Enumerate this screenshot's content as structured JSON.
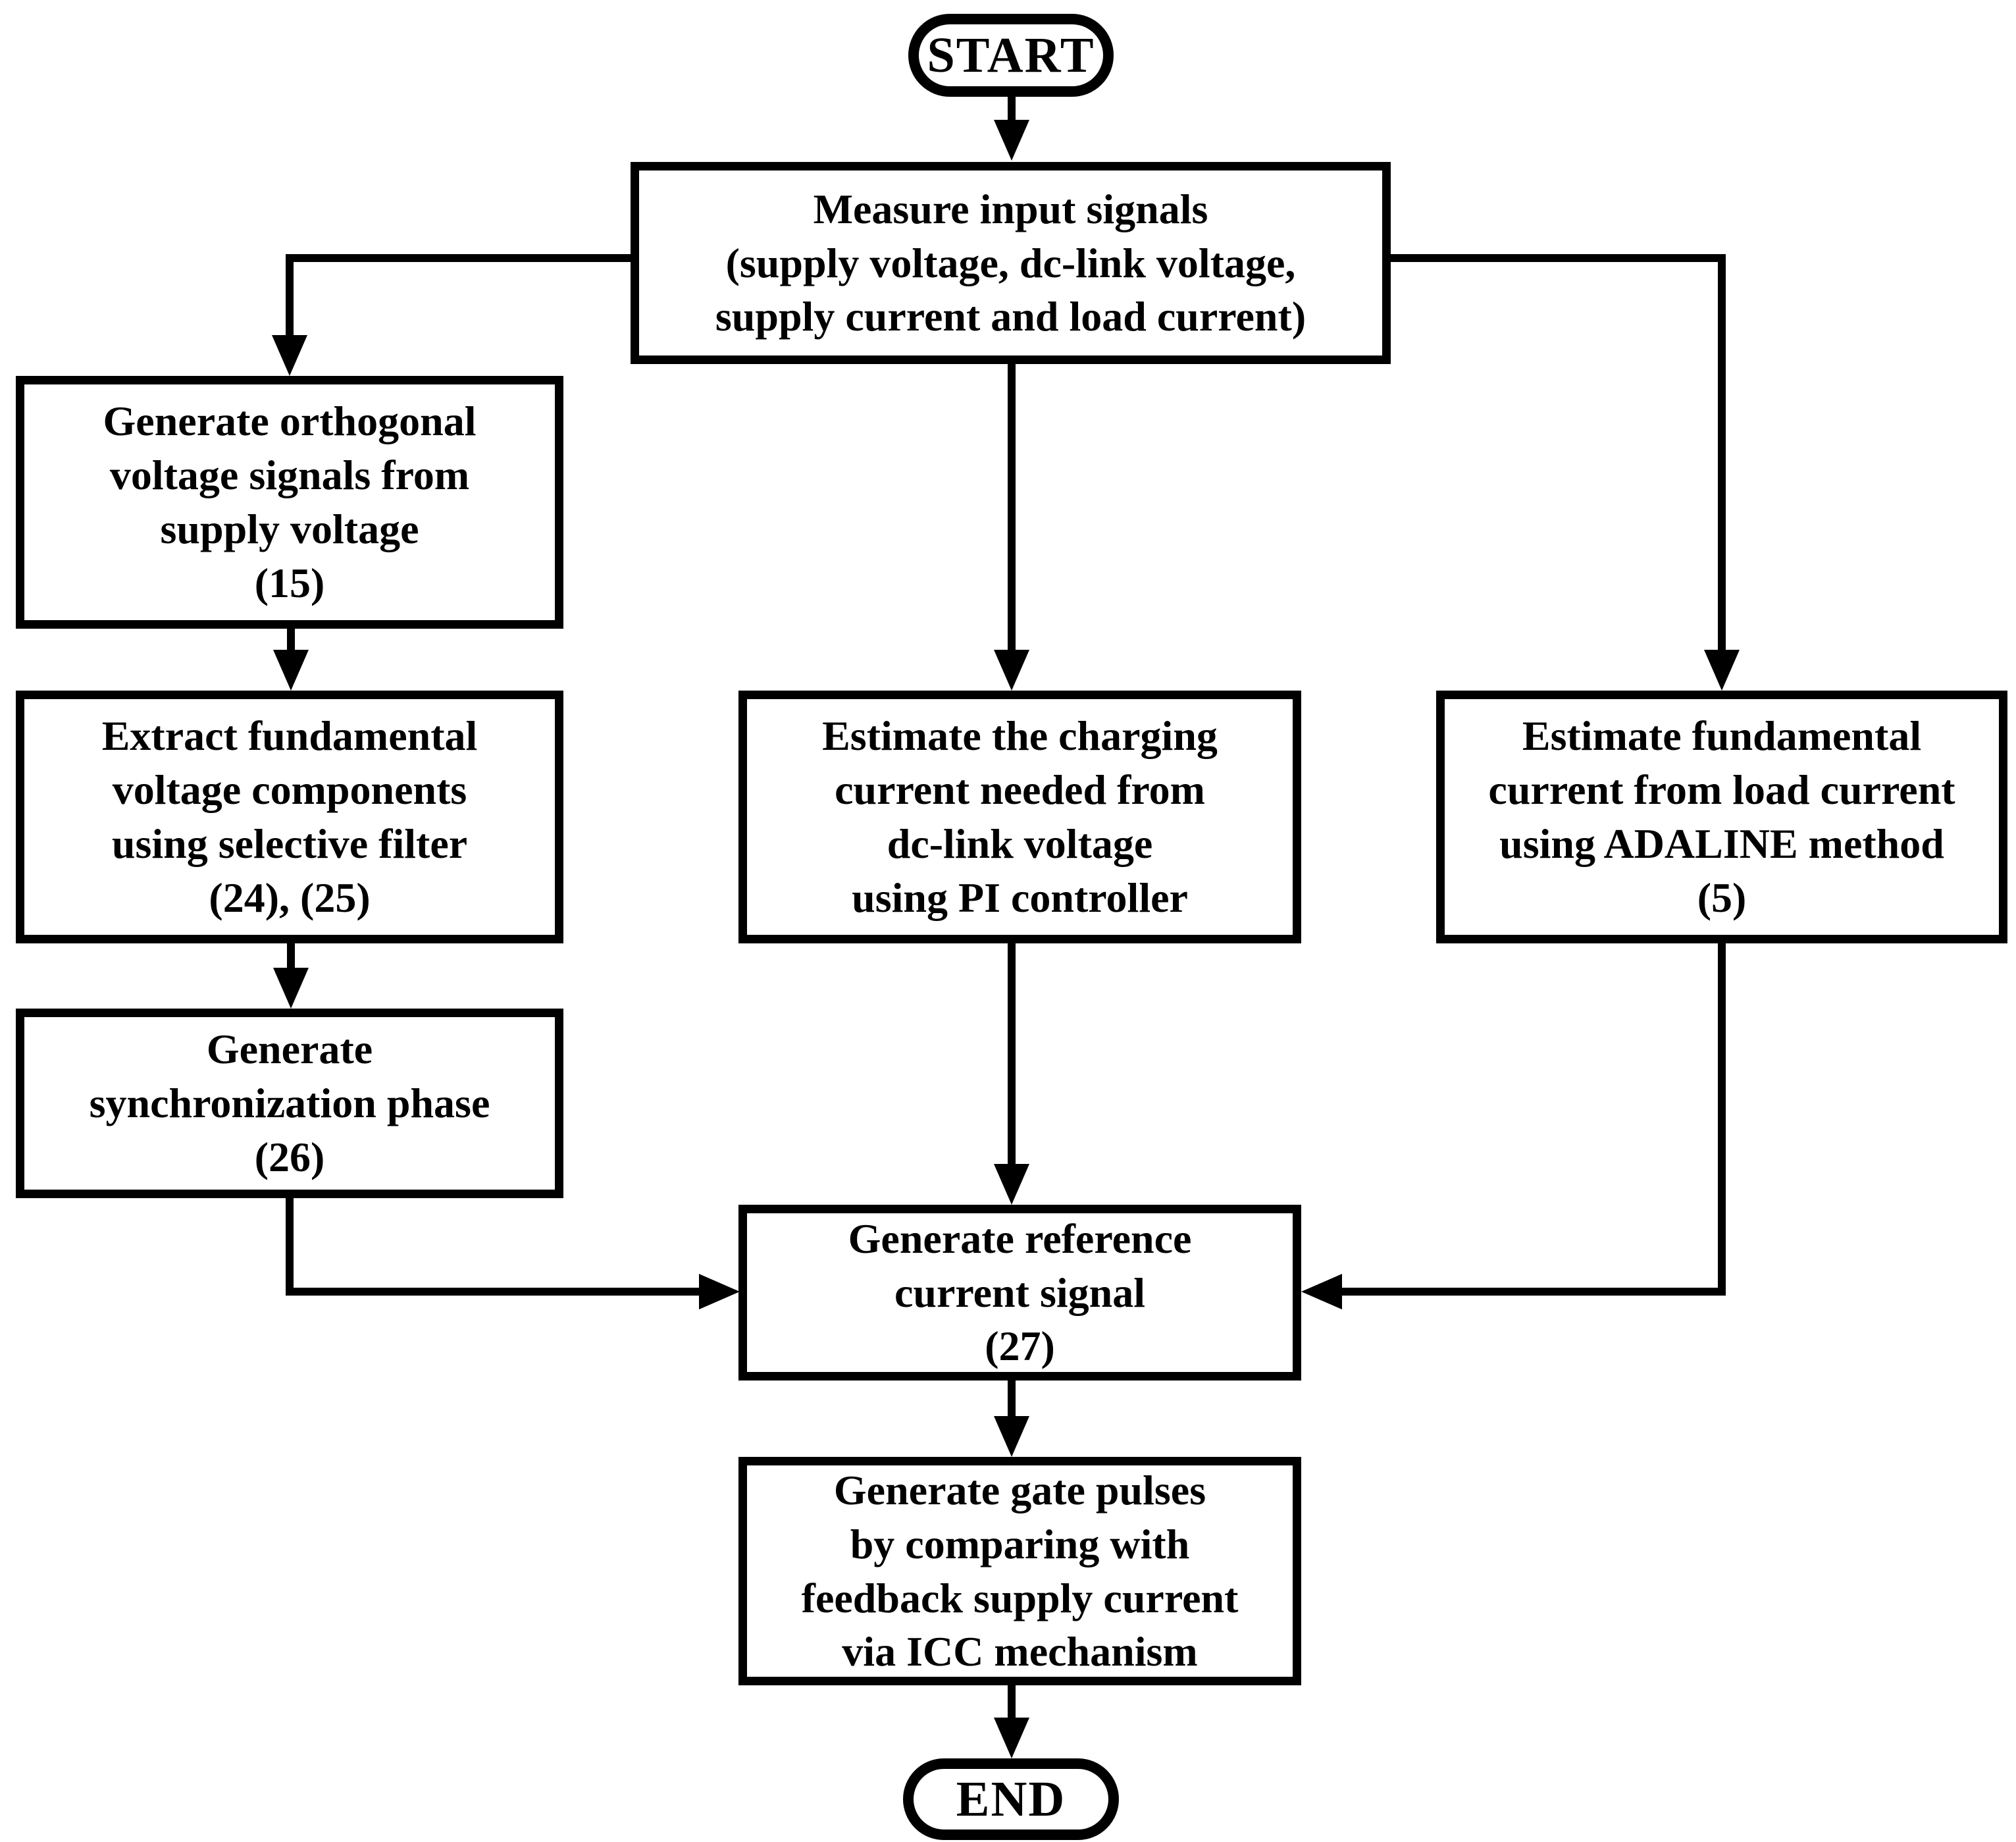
{
  "diagram": {
    "type": "flowchart",
    "colors": {
      "background": "#ffffff",
      "stroke": "#000000",
      "text": "#000000"
    },
    "nodes": {
      "start": {
        "label": "START",
        "shape": "terminator"
      },
      "measure": {
        "shape": "process",
        "lines": [
          "Measure input signals",
          "(supply voltage, dc-link voltage,",
          "supply current and load current)"
        ]
      },
      "orthogonal": {
        "shape": "process",
        "lines": [
          "Generate orthogonal",
          "voltage signals from",
          "supply voltage",
          "(15)"
        ]
      },
      "extract": {
        "shape": "process",
        "lines": [
          "Extract fundamental",
          "voltage components",
          "using selective filter",
          "(24), (25)"
        ]
      },
      "sync_phase": {
        "shape": "process",
        "lines": [
          "Generate",
          "synchronization phase",
          "(26)"
        ]
      },
      "pi_controller": {
        "shape": "process",
        "lines": [
          "Estimate the charging",
          "current needed from",
          "dc-link voltage",
          "using PI controller"
        ]
      },
      "adaline": {
        "shape": "process",
        "lines": [
          "Estimate fundamental",
          "current from load current",
          "using ADALINE method",
          "(5)"
        ]
      },
      "reference": {
        "shape": "process",
        "lines": [
          "Generate reference",
          "current signal",
          "(27)"
        ]
      },
      "gate_pulses": {
        "shape": "process",
        "lines": [
          "Generate gate pulses",
          "by comparing with",
          "feedback supply current",
          "via ICC mechanism"
        ]
      },
      "end": {
        "label": "END",
        "shape": "terminator"
      }
    },
    "edges": [
      "start -> measure",
      "measure -> orthogonal",
      "measure -> pi_controller",
      "measure -> adaline",
      "orthogonal -> extract",
      "extract -> sync_phase",
      "sync_phase -> reference",
      "pi_controller -> reference",
      "adaline -> reference",
      "reference -> gate_pulses",
      "gate_pulses -> end"
    ]
  }
}
